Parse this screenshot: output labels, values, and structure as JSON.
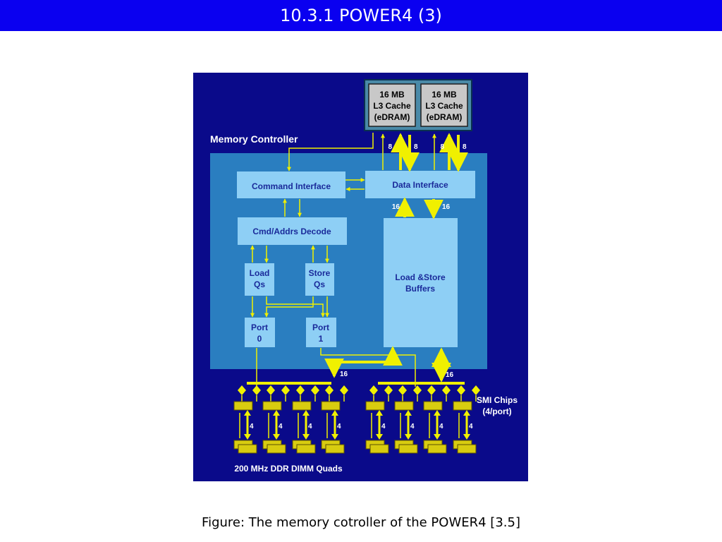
{
  "slide": {
    "title": "10.3.1 POWER4 (3)",
    "caption": "Figure: The memory cotroller of the POWER4 [3.5]"
  },
  "diagram": {
    "l3_cache_left": {
      "line1": "16 MB",
      "line2": "L3 Cache",
      "line3": "(eDRAM)"
    },
    "l3_cache_right": {
      "line1": "16 MB",
      "line2": "L3 Cache",
      "line3": "(eDRAM)"
    },
    "memory_controller_label": "Memory Controller",
    "command_interface": "Command Interface",
    "data_interface": "Data Interface",
    "cmd_addrs_decode": "Cmd/Addrs Decode",
    "load_qs": {
      "line1": "Load",
      "line2": "Qs"
    },
    "store_qs": {
      "line1": "Store",
      "line2": "Qs"
    },
    "port0": {
      "line1": "Port",
      "line2": "0"
    },
    "port1": {
      "line1": "Port",
      "line2": "1"
    },
    "buffers": {
      "line1": "Load &Store",
      "line2": "Buffers"
    },
    "bus_widths": {
      "l3_left_a": "8",
      "l3_left_b": "8",
      "l3_right_a": "8",
      "l3_right_b": "8",
      "di_up": "16",
      "di_down": "16",
      "port_bus": "16",
      "buffer_bus": "16",
      "dimm1": "4",
      "dimm2": "4",
      "dimm3": "4",
      "dimm4": "4",
      "dimm5": "4",
      "dimm6": "4",
      "dimm7": "4",
      "dimm8": "4"
    },
    "smi_chips": {
      "line1": "SMI Chips",
      "line2": "(4/port)"
    },
    "dimm_label": "200 MHz DDR DIMM Quads"
  },
  "colors": {
    "title_bar": "#0a00f0",
    "diagram_background": "#0a0a8a",
    "controller_region": "#2a7ec0",
    "block_fill": "#8ecff5",
    "block_text": "#1a2a9a",
    "bus_yellow": "#f0f000",
    "chip_fill": "#d8cc10"
  }
}
